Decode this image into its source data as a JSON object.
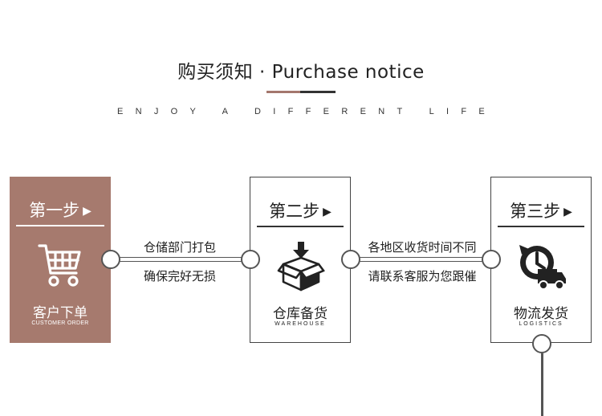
{
  "header": {
    "title": "购买须知 · Purchase notice",
    "subtitle": "ENJOY A DIFFERENT LIFE"
  },
  "steps": [
    {
      "label": "第一步",
      "arrow": "▶",
      "name": "客户下单",
      "en": "CUSTOMER ORDER",
      "icon": "shopping-cart-icon"
    },
    {
      "label": "第二步",
      "arrow": "▶",
      "name": "仓库备货",
      "en": "WAREHOUSE",
      "icon": "package-box-icon"
    },
    {
      "label": "第三步",
      "arrow": "▶",
      "name": "物流发货",
      "en": "LOGISTICS",
      "icon": "delivery-truck-clock-icon"
    }
  ],
  "notes": {
    "one_line1": "仓储部门打包",
    "one_line2": "确保完好无损",
    "two_line1": "各地区收货时间不同",
    "two_line2": "请联系客服为您跟催"
  },
  "colors": {
    "accent": "#a67a6e",
    "dark": "#333333"
  }
}
